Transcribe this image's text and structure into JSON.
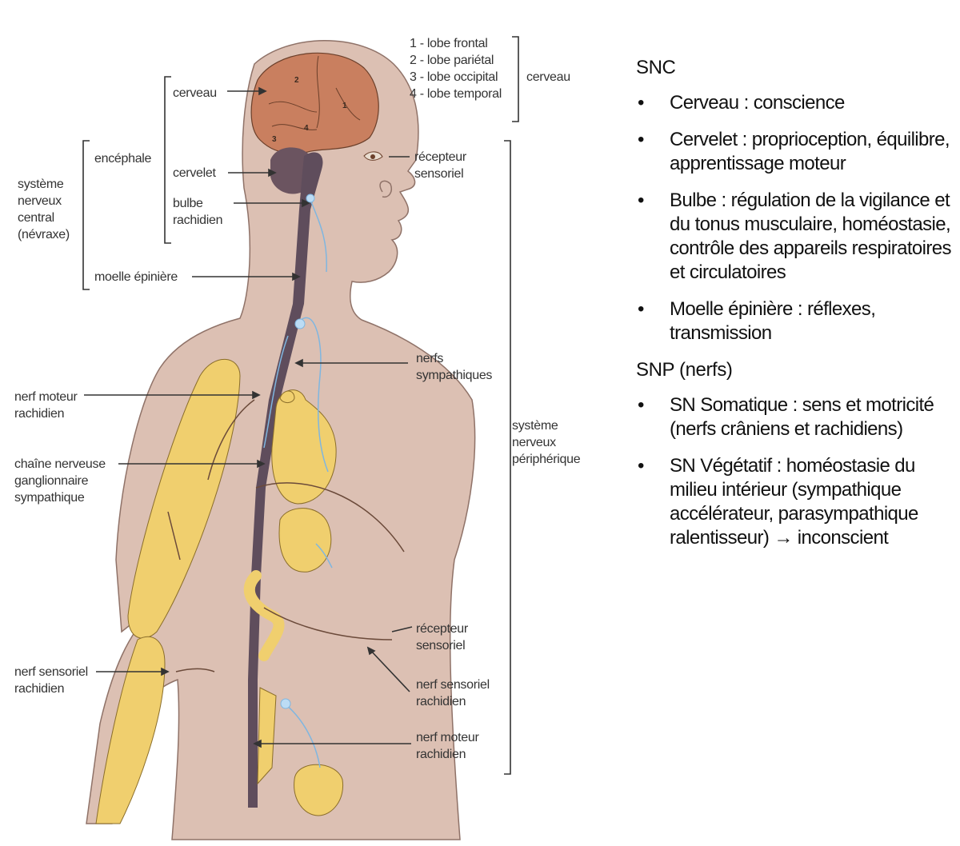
{
  "diagram": {
    "labels": {
      "lobes": "1 - lobe frontal\n2 - lobe pariétal\n3 - lobe occipital\n4 - lobe temporal",
      "cerveau_group": "cerveau",
      "cerveau": "cerveau",
      "encephale": "encéphale",
      "cervelet": "cervelet",
      "bulbe": "bulbe\nrachidien",
      "snc": "système\nnerveux\ncentral\n(névraxe)",
      "moelle": "moelle épinière",
      "recepteur_top": "récepteur\nsensoriel",
      "nerfs_symp": "nerfs\nsympathiques",
      "snp": "système\nnerveux\npériphérique",
      "nerf_moteur_left": "nerf moteur\nrachidien",
      "chaine": "chaîne nerveuse\nganglionnaire\nsympathique",
      "nerf_sensoriel_left": "nerf sensoriel\nrachidien",
      "recepteur_bottom": "récepteur\nsensoriel",
      "nerf_sensoriel_right": "nerf sensoriel\nrachidien",
      "nerf_moteur_right": "nerf moteur\nrachidien"
    },
    "lobe_numbers": [
      "1",
      "2",
      "3",
      "4"
    ]
  },
  "notes": {
    "snc_heading": "SNC",
    "snc_items": [
      "Cerveau : conscience",
      "Cervelet : proprioception, équilibre, apprentissage moteur",
      "Bulbe : régulation de la vigilance et du tonus musculaire, homéostasie, contrôle des appareils respiratoires et circulatoires",
      "Moelle épinière : réflexes, transmission"
    ],
    "snp_heading": "SNP (nerfs)",
    "snp_items": [
      "SN Somatique : sens et motricité (nerfs crâniens et rachidiens)",
      "SN Végétatif : homéostasie du milieu intérieur (sympathique accélérateur, parasympathique ralentisseur) → inconscient"
    ],
    "bullet": "•"
  },
  "colors": {
    "skin": "#dcc0b3",
    "skin_stroke": "#8f7268",
    "brain": "#c97f5f",
    "cerebellum": "#6b5460",
    "spine": "#5f4d5c",
    "organs": "#f0cf6e",
    "nerve_blue": "#7fb6e0",
    "text_dark": "#333333"
  }
}
